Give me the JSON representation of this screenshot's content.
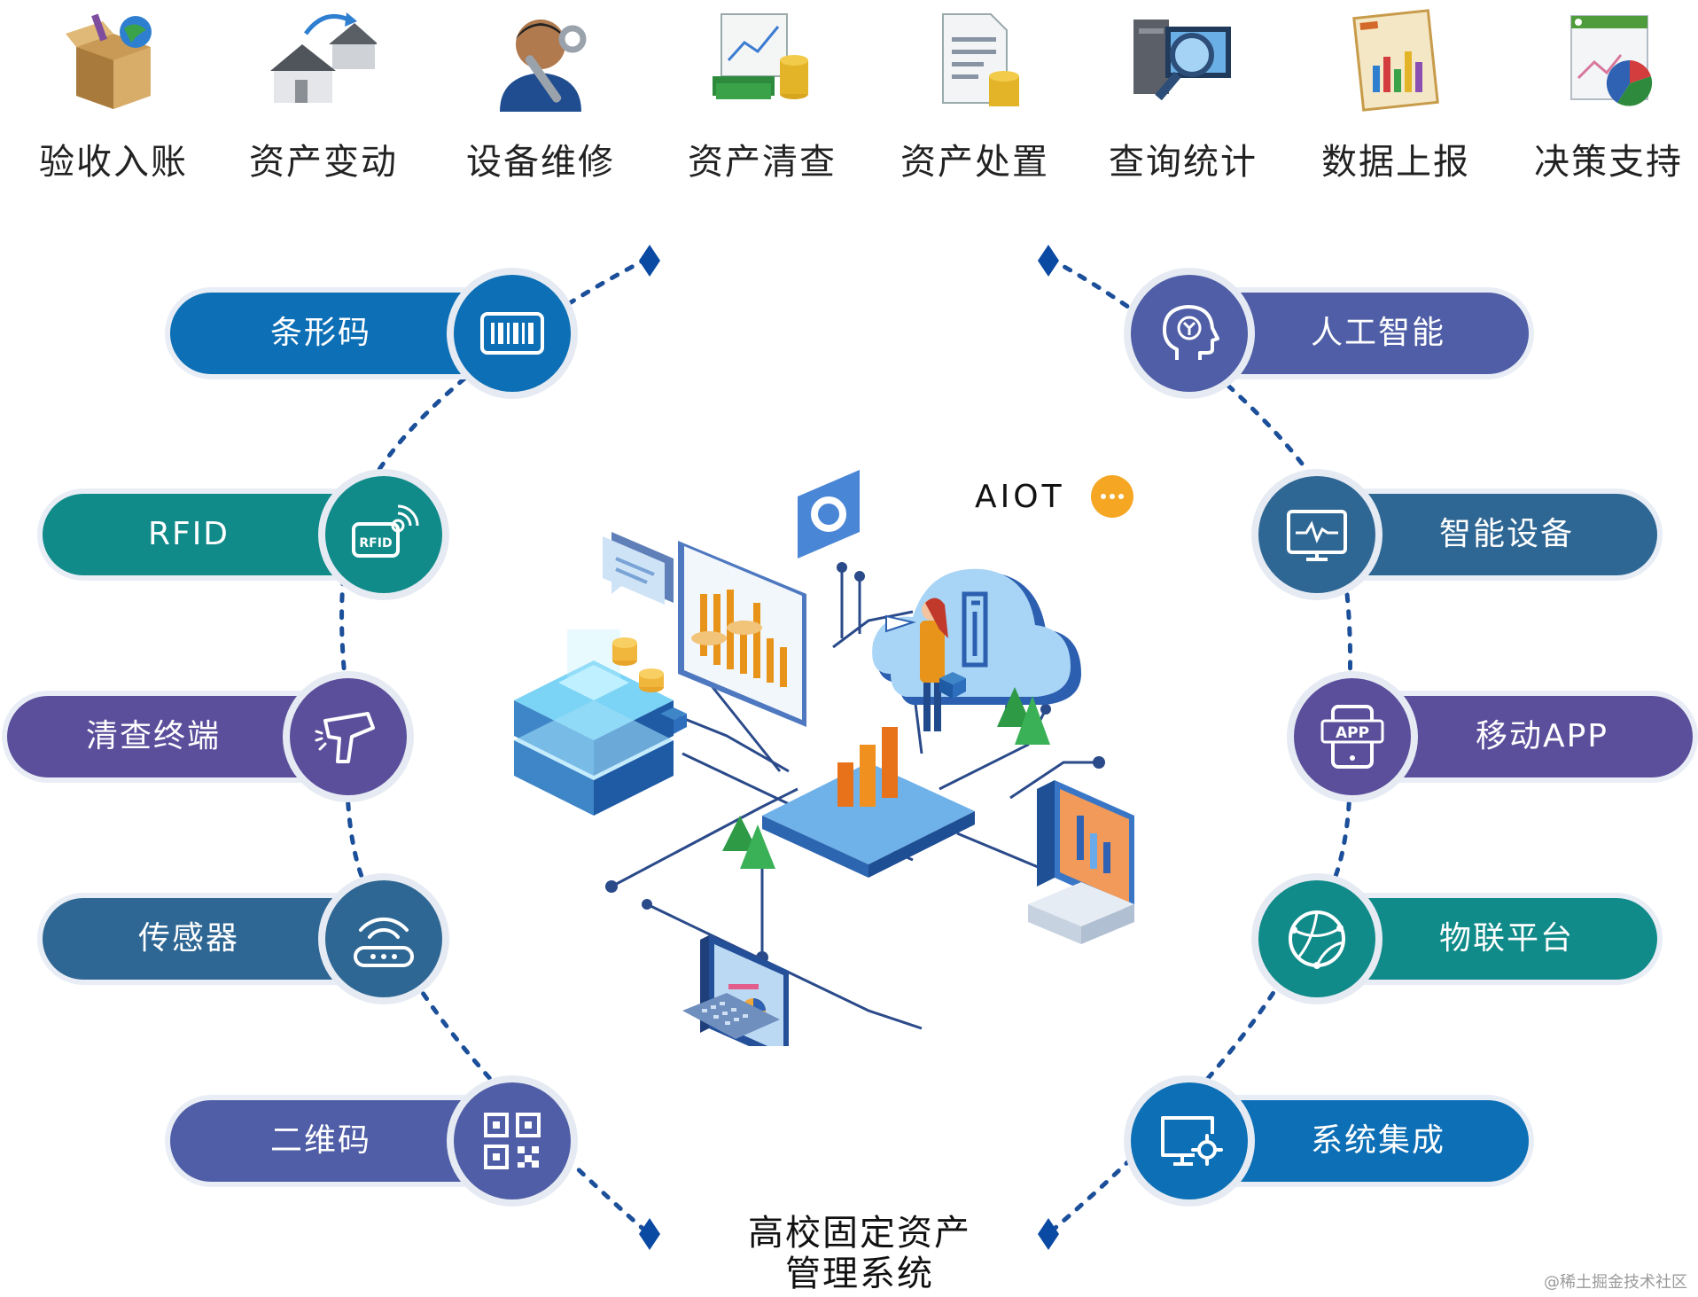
{
  "modules": [
    {
      "label": "验收入账",
      "icon": "package-box-icon"
    },
    {
      "label": "资产变动",
      "icon": "house-transfer-icon"
    },
    {
      "label": "设备维修",
      "icon": "repairman-wrench-icon"
    },
    {
      "label": "资产清查",
      "icon": "chart-coins-icon"
    },
    {
      "label": "资产处置",
      "icon": "document-coins-icon"
    },
    {
      "label": "查询统计",
      "icon": "computer-magnifier-icon"
    },
    {
      "label": "数据上报",
      "icon": "report-chart-icon"
    },
    {
      "label": "决策支持",
      "icon": "pie-chart-window-icon"
    }
  ],
  "left_items": [
    {
      "label": "条形码",
      "icon": "barcode-icon"
    },
    {
      "label": "RFID",
      "icon": "rfid-tag-icon"
    },
    {
      "label": "清查终端",
      "icon": "scanner-gun-icon"
    },
    {
      "label": "传感器",
      "icon": "sensor-wifi-icon"
    },
    {
      "label": "二维码",
      "icon": "qr-code-icon"
    }
  ],
  "right_items": [
    {
      "label": "人工智能",
      "icon": "ai-head-icon"
    },
    {
      "label": "智能设备",
      "icon": "smart-monitor-icon"
    },
    {
      "label": "移动APP",
      "icon": "mobile-app-icon"
    },
    {
      "label": "物联平台",
      "icon": "globe-network-icon"
    },
    {
      "label": "系统集成",
      "icon": "monitor-gear-icon"
    }
  ],
  "center": {
    "aiot_label": "AIOT",
    "title_line1": "高校固定资产",
    "title_line2": "管理系统"
  },
  "watermark": "@稀土掘金技术社区",
  "colors": {
    "blue": "#0d6fb5",
    "teal": "#118a8a",
    "purple": "#5b4f9c",
    "steel": "#2f6794",
    "slate": "#4f5ea6",
    "dots": "#1b4f9a"
  }
}
